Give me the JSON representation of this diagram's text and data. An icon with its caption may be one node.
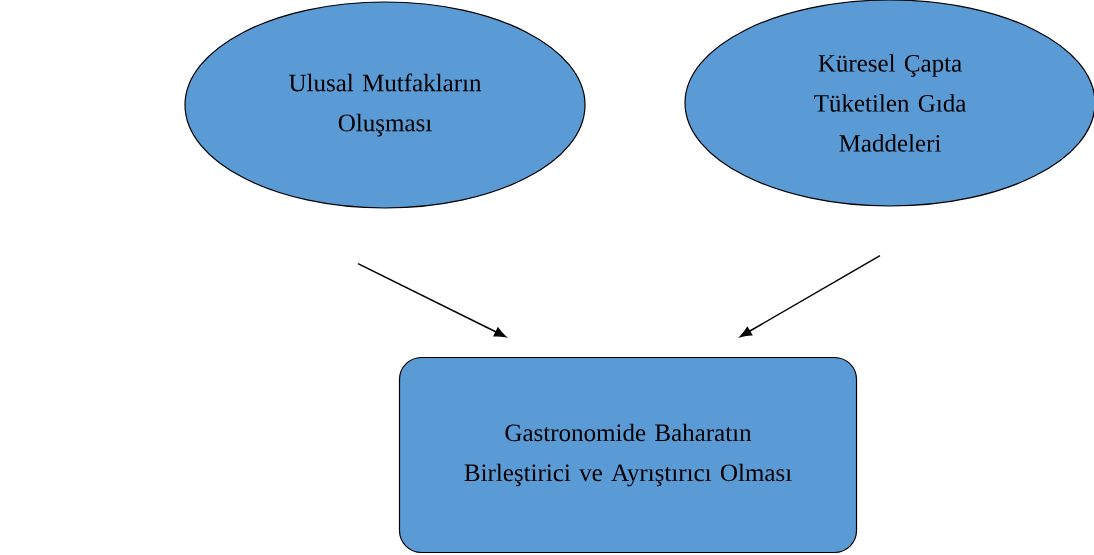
{
  "diagram": {
    "nodes": [
      {
        "text": [
          "Ulusal Mutfakların Oluşması"
        ]
      },
      {
        "text": [
          "Küresel Çapta Tüketilen Gıda Maddeleri"
        ]
      },
      {
        "text": [
          "Gastronomide Baharatın Birleştirici ve Ayrıştırıcı Olması"
        ]
      }
    ],
    "edges": [
      {
        "from": 0,
        "to": 2,
        "arrow": "to"
      },
      {
        "from": 1,
        "to": 2,
        "arrow": "to"
      }
    ]
  }
}
